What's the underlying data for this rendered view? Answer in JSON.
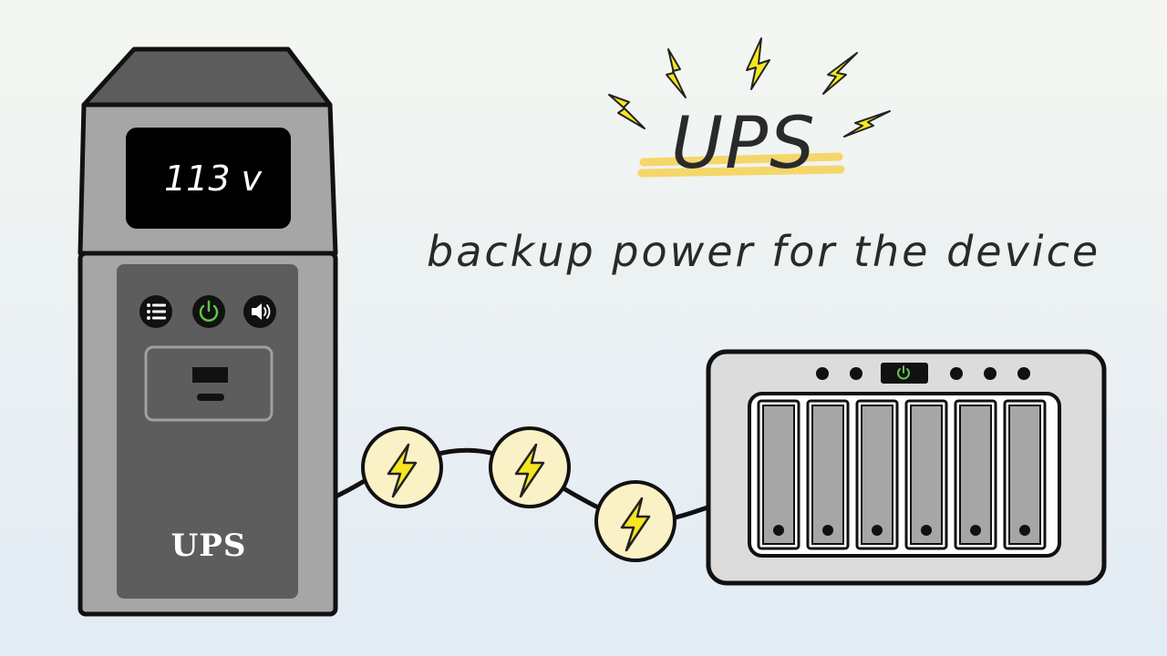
{
  "heading": {
    "title": "UPS",
    "subtitle": "backup power for the device"
  },
  "ups_unit": {
    "display_reading": "113 v",
    "brand_label": "UPS",
    "buttons": [
      "menu-icon",
      "power-icon",
      "speaker-icon"
    ]
  },
  "nas_device": {
    "indicator": "power-icon",
    "drive_bays": 6
  },
  "cable": {
    "symbols": [
      "lightning-icon",
      "lightning-icon",
      "lightning-icon"
    ]
  },
  "colors": {
    "accent_yellow": "#f5e620",
    "highlight": "#f5d66a",
    "power_green": "#5fc44a",
    "badge_fill": "#fbf1c6",
    "ups_body": "#a6a6a6",
    "ups_panel": "#5d5d5d",
    "nas_body": "#dcdcdc"
  }
}
